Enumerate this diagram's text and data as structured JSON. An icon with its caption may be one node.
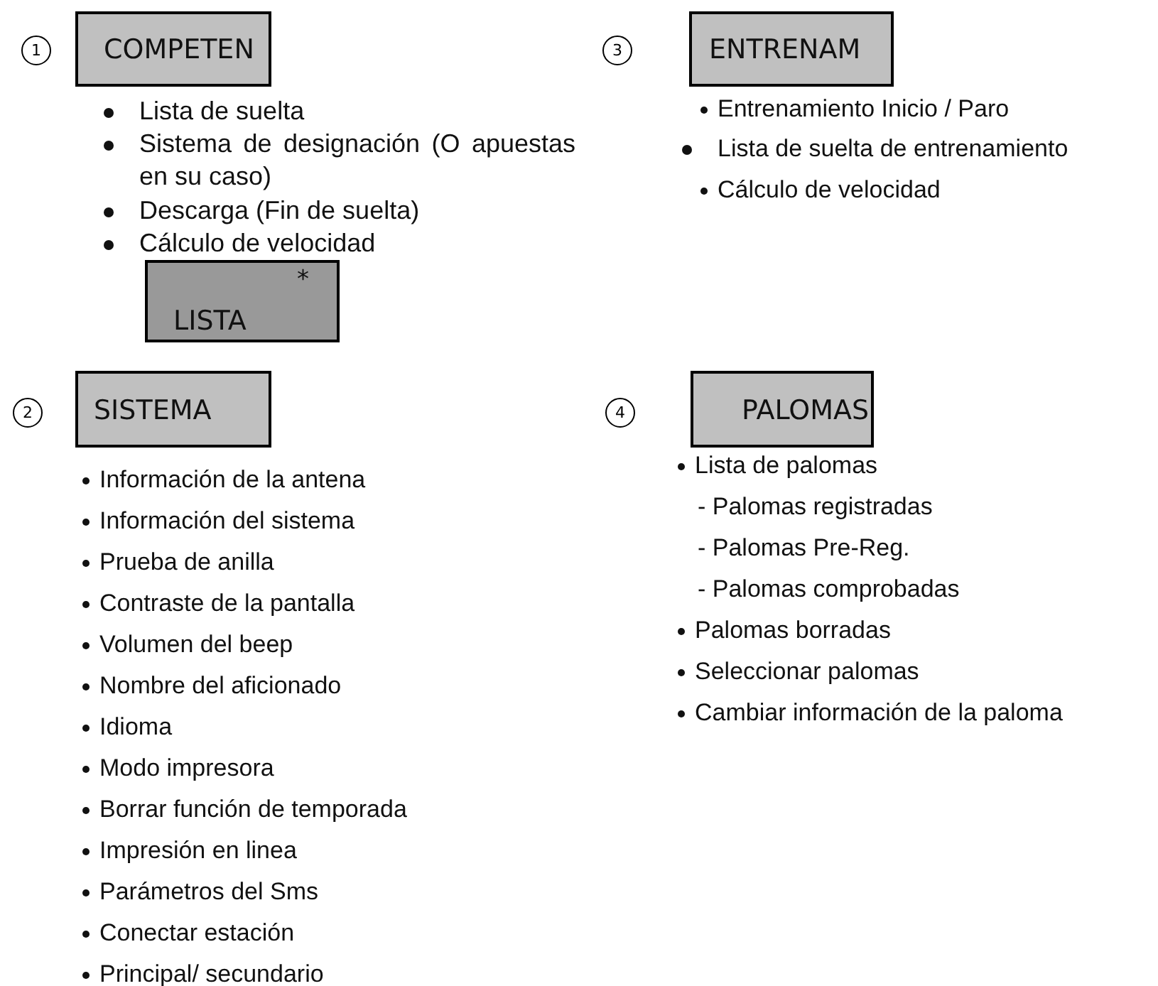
{
  "diagram": {
    "nodes": [
      {
        "text": [
          "1"
        ]
      },
      {
        "text": [
          "COMPETEN"
        ]
      },
      {
        "text": [
          "LISTA",
          "*"
        ]
      },
      {
        "text": [
          "2"
        ]
      },
      {
        "text": [
          "SISTEMA"
        ]
      },
      {
        "text": [
          "3"
        ]
      },
      {
        "text": [
          "ENTRENAM"
        ]
      },
      {
        "text": [
          "4"
        ]
      },
      {
        "text": [
          "PALOMAS"
        ]
      }
    ],
    "labels": [
      "Lista de suelta",
      "Sistema de designación (O apuestas en su caso)",
      "Descarga (Fin de suelta)",
      "Cálculo de velocidad",
      "Entrenamiento Inicio / Paro",
      "Lista de suelta de entrenamiento",
      "Cálculo de velocidad",
      "Información de la antena",
      "Información del sistema",
      "Prueba de anilla",
      "Contraste de la pantalla",
      "Volumen del beep",
      "Nombre del aficionado",
      "Idioma",
      "Modo impresora",
      "Borrar función de temporada",
      "Impresión en linea",
      "Parámetros del Sms",
      "Conectar estación",
      "Principal/ secundario",
      "Lista de palomas",
      "- Palomas registradas",
      "- Palomas Pre-Reg.",
      "- Palomas comprobadas",
      "Palomas borradas",
      "Seleccionar palomas",
      "Cambiar información de la paloma"
    ]
  }
}
